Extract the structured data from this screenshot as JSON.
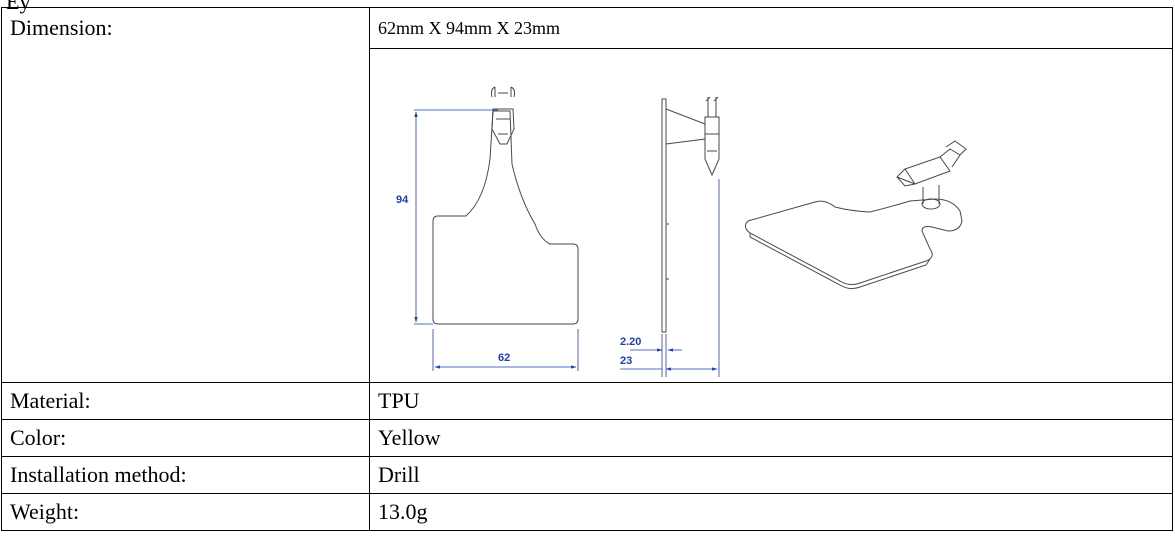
{
  "header_fragment": "Ey",
  "rows": [
    {
      "label": "Dimension:",
      "value": "62mm X 94mm X 23mm"
    },
    {
      "label": "Material:",
      "value": "TPU"
    },
    {
      "label": "Color:",
      "value": "Yellow"
    },
    {
      "label": "Installation method:",
      "value": "Drill"
    },
    {
      "label": "Weight:",
      "value": "13.0g"
    }
  ],
  "drawing": {
    "front_height_label": "94",
    "front_width_label": "62",
    "side_thickness_label": "2.20",
    "side_depth_label": "23",
    "line_color": "#4a4a4a",
    "dimension_color": "#1f3fb0"
  }
}
